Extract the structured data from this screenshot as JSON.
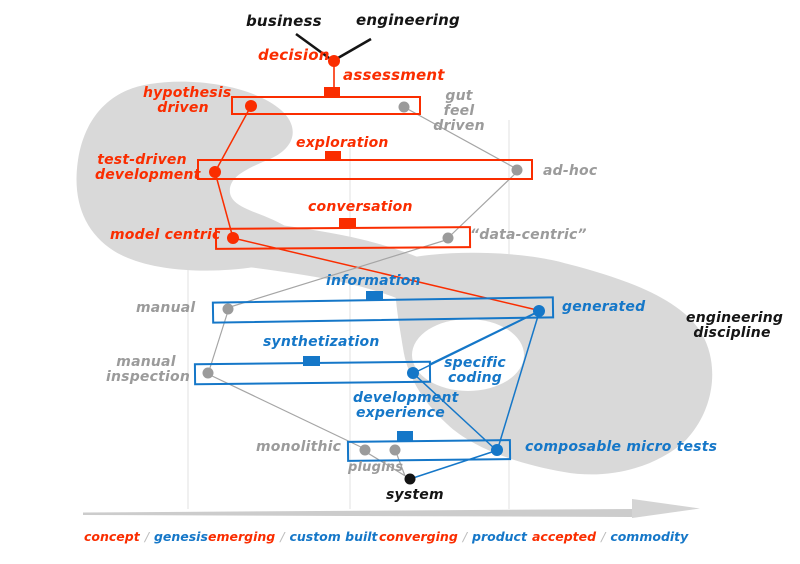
{
  "colors": {
    "red": "#fa2d00",
    "blue": "#1577c8",
    "gray": "#9b9b9b",
    "black": "#151515",
    "blob": "#d9d9d9"
  },
  "header": {
    "business": "business",
    "engineering": "engineering",
    "decision": "decision",
    "assessment": "assessment"
  },
  "rows": [
    {
      "marker": "",
      "left": "hypothesis driven",
      "right": "gut feel driven"
    },
    {
      "marker": "exploration",
      "left": "test-driven development",
      "right": "ad-hoc"
    },
    {
      "marker": "conversation",
      "left": "model centric",
      "right": "“data-centric”"
    },
    {
      "marker": "information",
      "left": "manual",
      "right": "generated"
    },
    {
      "marker": "synthetization",
      "left": "manual inspection",
      "right": "specific coding"
    },
    {
      "marker": "development experience",
      "left": "monolithic",
      "right": "composable micro tests"
    }
  ],
  "annotations": {
    "engineering_discipline": "engineering discipline",
    "plugins": "plugins",
    "system": "system"
  },
  "axis": {
    "separator": "/",
    "stages": [
      {
        "maturity": "concept",
        "evolution": "genesis"
      },
      {
        "maturity": "emerging",
        "evolution": "custom built"
      },
      {
        "maturity": "converging",
        "evolution": "product"
      },
      {
        "maturity": "accepted",
        "evolution": "commodity"
      }
    ]
  }
}
